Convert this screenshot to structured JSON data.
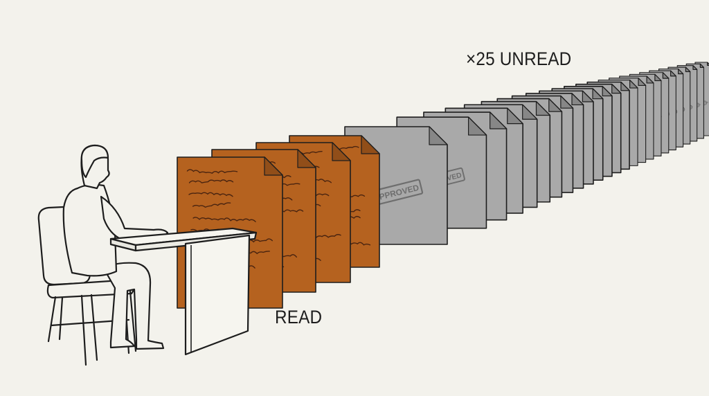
{
  "labels": {
    "unread": "×25 UNREAD",
    "read": "READ"
  },
  "documents": {
    "read_count": 4,
    "unread_count": 25,
    "stamp_text": "APPROVED"
  },
  "colors": {
    "background": "#f3f2ec",
    "read_document": "#b5621f",
    "unread_document": "#a9a9a9",
    "stamp": "#6e6e6e",
    "line": "#1d1d1d"
  }
}
